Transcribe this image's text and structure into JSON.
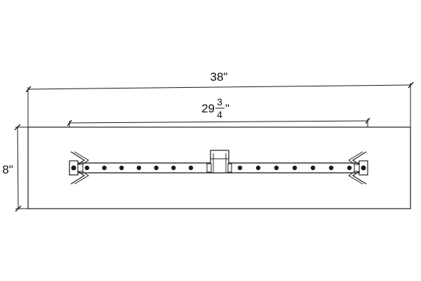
{
  "diagram": {
    "overall_length": "38\"",
    "burner_length": {
      "whole": "29",
      "numerator": "3",
      "denominator": "4",
      "unit": "\""
    },
    "depth": "8\"",
    "burner_hole_count": 14,
    "colors": {
      "line": "#1a1a1a",
      "pan_fill": "#ffffff",
      "background": "#ffffff"
    }
  }
}
